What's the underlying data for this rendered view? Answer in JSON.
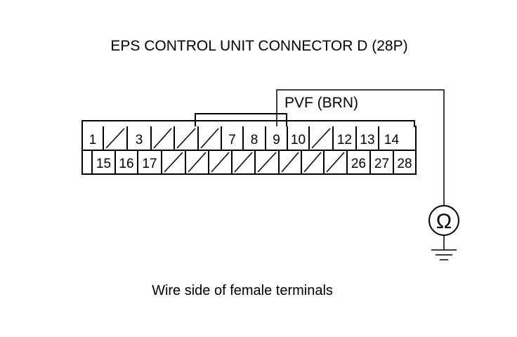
{
  "title": "EPS CONTROL UNIT CONNECTOR D (28P)",
  "wire_label": "PVF (BRN)",
  "caption": "Wire side of female terminals",
  "meter_symbol": "Ω",
  "connector": {
    "top_row": [
      "1",
      "",
      "3",
      "",
      "",
      "",
      "7",
      "8",
      "9",
      "10",
      "",
      "12",
      "13",
      "14"
    ],
    "bottom_row": [
      "",
      "15",
      "16",
      "17",
      "",
      "",
      "",
      "",
      "",
      "",
      "",
      "",
      "26",
      "27",
      "28"
    ]
  },
  "highlight_pin": "9",
  "meter": "ohmmeter-icon",
  "ground": "ground-icon"
}
